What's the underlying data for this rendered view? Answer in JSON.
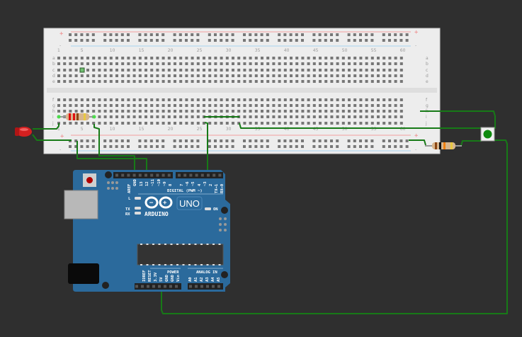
{
  "breadboard": {
    "column_numbers": [
      "1",
      "5",
      "10",
      "15",
      "20",
      "25",
      "30",
      "35",
      "40",
      "45",
      "50",
      "55",
      "60"
    ],
    "rows_top": [
      "a",
      "b",
      "c",
      "d",
      "e"
    ],
    "rows_bottom": [
      "f",
      "g",
      "h",
      "i",
      "j"
    ],
    "rail_plus": "+",
    "rail_minus": "-"
  },
  "arduino": {
    "digital_label": "DIGITAL (PWM ~)",
    "logo_text": "ARDUINO",
    "model": "UNO",
    "on_label": "ON",
    "l_label": "L",
    "tx_label": "TX",
    "rx_label": "RX",
    "power_label": "POWER",
    "analog_label": "ANALOG IN",
    "digital_pins": [
      "AREF",
      "GND",
      "13",
      "12",
      "~11",
      "~10",
      "~9",
      "8",
      "7",
      "~6",
      "~5",
      "4",
      "~3",
      "2",
      "TX→1",
      "RX←0"
    ],
    "power_pins": [
      "IOREF",
      "RESET",
      "3.3V",
      "5V",
      "GND",
      "GND",
      "Vin"
    ],
    "analog_pins": [
      "A0",
      "A1",
      "A2",
      "A3",
      "A4",
      "A5"
    ]
  },
  "colors": {
    "wire": "#177a17",
    "board": "#2b6a9c",
    "breadboard": "#ededed",
    "led": "#d42020",
    "button": "#0f8a0f"
  }
}
